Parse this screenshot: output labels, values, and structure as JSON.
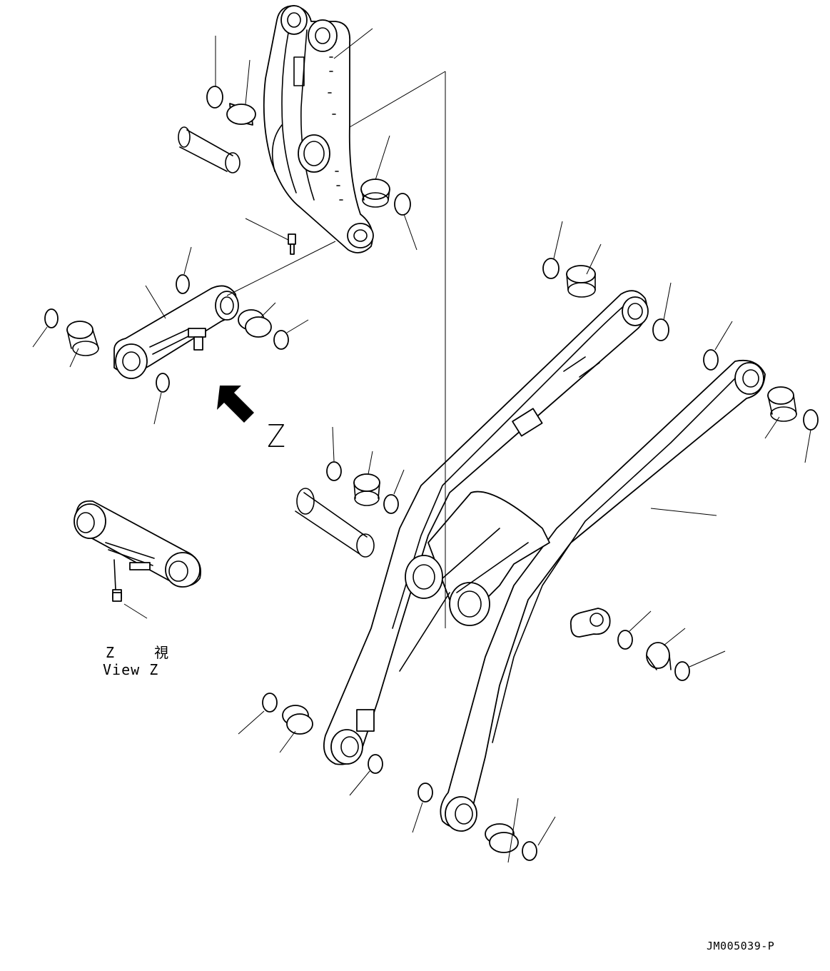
{
  "diagram": {
    "view_marker_letter": "Z",
    "view_caption_jp": "Z 視",
    "view_caption_en": "View Z",
    "drawing_code": "JM005039-P"
  }
}
